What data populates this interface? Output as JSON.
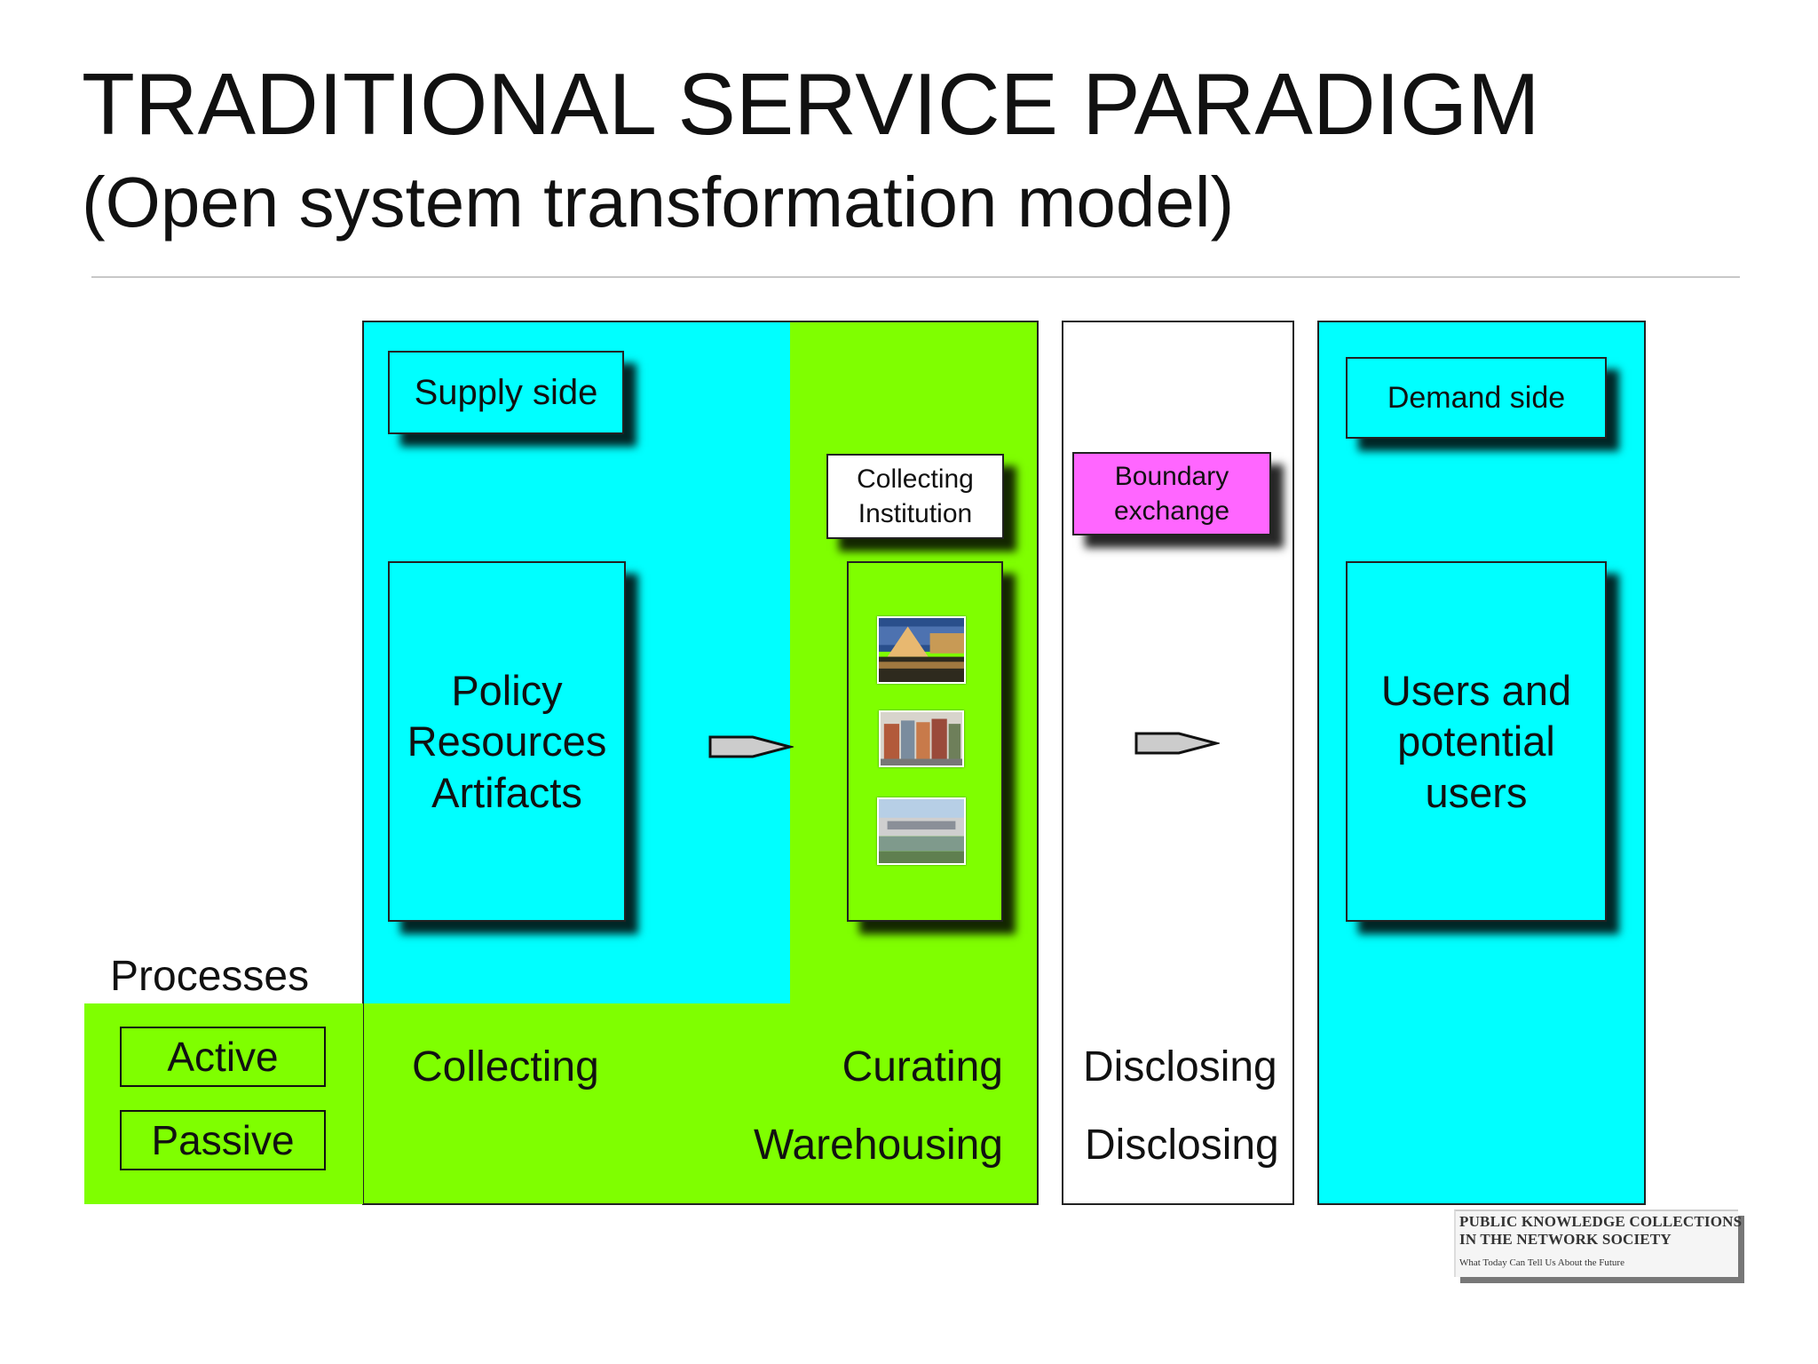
{
  "header": {
    "title": "TRADITIONAL SERVICE PARADIGM",
    "subtitle": "(Open system transformation model)"
  },
  "supply": {
    "label": "Supply side",
    "core_lines": [
      "Policy",
      "Resources",
      "Artifacts"
    ]
  },
  "institution": {
    "label_lines": [
      "Collecting",
      "Institution"
    ]
  },
  "boundary": {
    "label_lines": [
      "Boundary",
      "exchange"
    ]
  },
  "demand": {
    "label": "Demand side",
    "core_lines": [
      "Users and",
      "potential",
      "users"
    ]
  },
  "processes": {
    "heading": "Processes",
    "active_label": "Active",
    "passive_label": "Passive",
    "active_row": [
      "Collecting",
      "Curating",
      "Disclosing"
    ],
    "passive_row": [
      "Warehousing",
      "Disclosing"
    ]
  },
  "book": {
    "lines": [
      "PUBLIC KNOWLEDGE COLLECTIONS",
      "IN THE NETWORK SOCIETY",
      "What Today Can Tell Us About the Future"
    ]
  },
  "colors": {
    "cyan": "#00ffff",
    "green": "#7fff00",
    "magenta": "#ff66ff",
    "arrow_fill": "#cccccc"
  },
  "icons": [
    "museum-photo",
    "library-photo",
    "building-photo",
    "arrow-right-icon"
  ]
}
